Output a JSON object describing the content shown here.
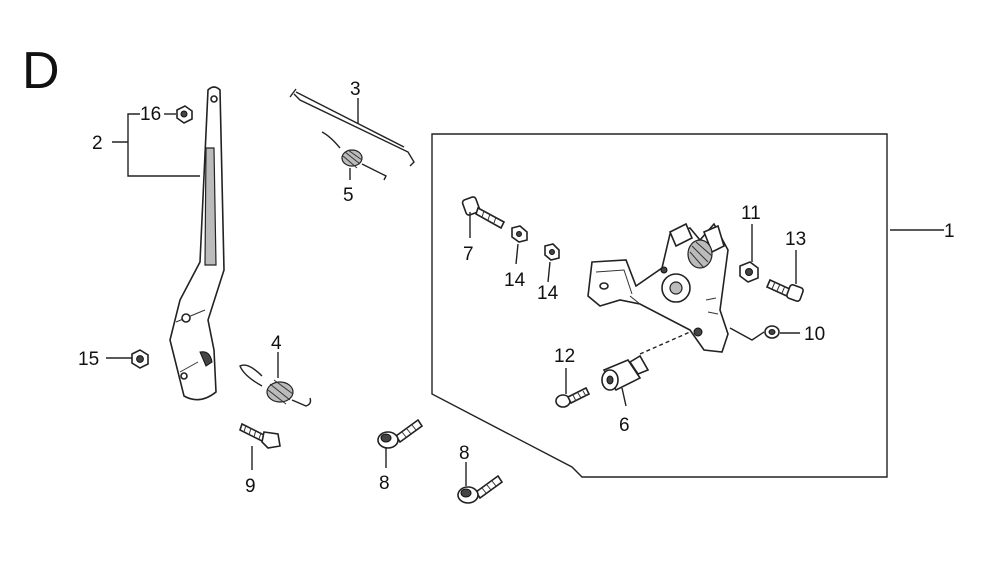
{
  "section_letter": "D",
  "callouts": [
    {
      "id": "1",
      "text": "1"
    },
    {
      "id": "2",
      "text": "2"
    },
    {
      "id": "3",
      "text": "3"
    },
    {
      "id": "4",
      "text": "4"
    },
    {
      "id": "5",
      "text": "5"
    },
    {
      "id": "6",
      "text": "6"
    },
    {
      "id": "7",
      "text": "7"
    },
    {
      "id": "8a",
      "text": "8"
    },
    {
      "id": "8b",
      "text": "8"
    },
    {
      "id": "9",
      "text": "9"
    },
    {
      "id": "10",
      "text": "10"
    },
    {
      "id": "11",
      "text": "11"
    },
    {
      "id": "12",
      "text": "12"
    },
    {
      "id": "13",
      "text": "13"
    },
    {
      "id": "14a",
      "text": "14"
    },
    {
      "id": "14b",
      "text": "14"
    },
    {
      "id": "15",
      "text": "15"
    },
    {
      "id": "16",
      "text": "16"
    }
  ]
}
